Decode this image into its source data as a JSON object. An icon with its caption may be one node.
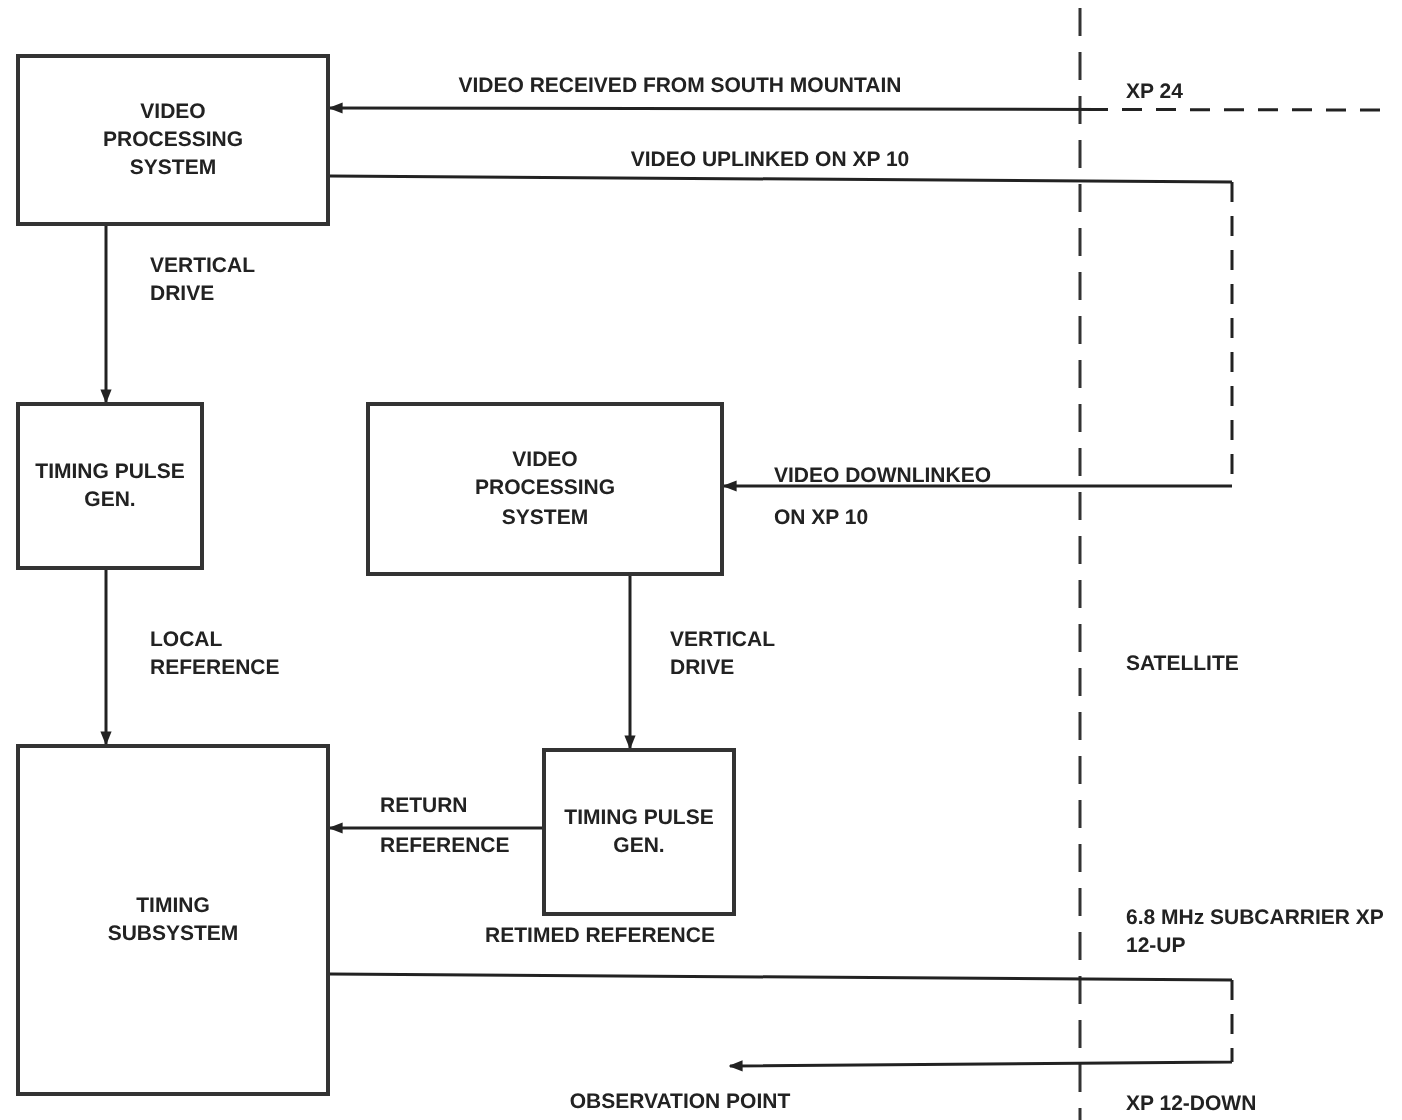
{
  "diagram": {
    "nodes": [
      {
        "text": [
          "VIDEO PROCESSING SYSTEM"
        ]
      },
      {
        "text": [
          "TIMING PULSE GEN."
        ]
      },
      {
        "text": [
          "VIDEO PROCESSING SYSTEM"
        ]
      },
      {
        "text": [
          "TIMING SUBSYSTEM"
        ]
      },
      {
        "text": [
          "TIMING PULSE GEN."
        ]
      },
      {
        "text": [
          "OBSERVATION POINT"
        ]
      }
    ],
    "edges": [
      {
        "from": null,
        "to": 0,
        "arrow": "to",
        "label": "VIDEO RECEIVED FROM SOUTH MOUNTAIN",
        "style": "dashed"
      },
      {
        "from": 0,
        "to": 2,
        "arrow": "to",
        "label": "VIDEO UPLINKED ON XP 10",
        "style": "dashed"
      },
      {
        "from": 0,
        "to": 1,
        "arrow": "to",
        "label": "VERTICAL DRIVE"
      },
      {
        "from": 1,
        "to": 3,
        "arrow": "to",
        "label": "LOCAL REFERENCE"
      },
      {
        "from": 2,
        "to": 4,
        "arrow": "to",
        "label": "VERTICAL DRIVE"
      },
      {
        "from": 4,
        "to": 3,
        "arrow": "to",
        "label": "RETURN REFERENCE"
      },
      {
        "from": 3,
        "to": 5,
        "arrow": "to",
        "label": "RETIMED REFERENCE",
        "style": "dashed"
      }
    ],
    "labels": [
      "XP 24",
      "VIDEO DOWNLINKEO ON XP 10",
      "SATELLITE",
      "6.8 MHz SUBCARRIER XP 12-UP",
      "XP 12-DOWN"
    ]
  }
}
